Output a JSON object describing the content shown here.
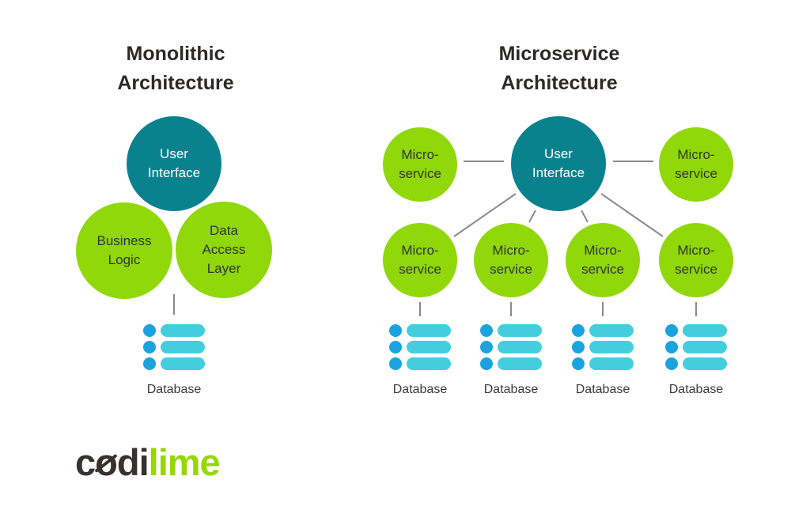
{
  "left_panel": {
    "title": "Monolithic\nArchitecture",
    "ui_label": "User\nInterface",
    "business_label": "Business\nLogic",
    "dal_label": "Data\nAccess\nLayer",
    "database_label": "Database"
  },
  "right_panel": {
    "title": "Microservice\nArchitecture",
    "ui_label": "User\nInterface",
    "microservices": [
      {
        "label": "Micro-\nservice"
      },
      {
        "label": "Micro-\nservice"
      },
      {
        "label": "Micro-\nservice"
      },
      {
        "label": "Micro-\nservice"
      },
      {
        "label": "Micro-\nservice"
      },
      {
        "label": "Micro-\nservice"
      }
    ],
    "databases": [
      {
        "label": "Database"
      },
      {
        "label": "Database"
      },
      {
        "label": "Database"
      },
      {
        "label": "Database"
      }
    ]
  },
  "logo": {
    "c": "c",
    "o": "o",
    "di": "di",
    "lime": "lime"
  },
  "colors": {
    "teal": "#0a828e",
    "green": "#90d80a",
    "logo_green": "#97d700",
    "db_dot_blue": "#1aa3de",
    "db_pill_cyan": "#44cedd",
    "line_gray": "#8a8a8a",
    "text_dark": "#333333"
  }
}
